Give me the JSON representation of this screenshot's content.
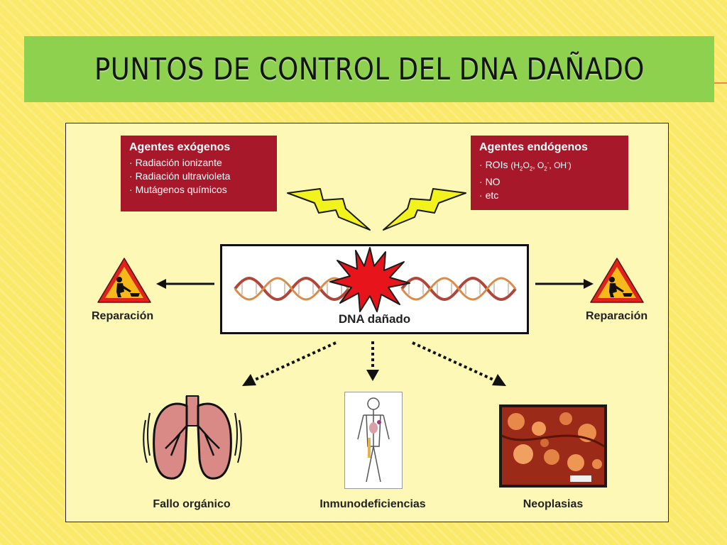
{
  "title": "PUNTOS DE CONTROL DEL DNA DAÑADO",
  "exogenous": {
    "title": "Agentes exógenos",
    "items": [
      "Radiación ionizante",
      "Radiación ultravioleta",
      "Mutágenos químicos"
    ]
  },
  "endogenous": {
    "title": "Agentes endógenos",
    "items": [
      "ROIs",
      "NO",
      "etc"
    ],
    "roi_formula": {
      "open": "(H",
      "h_sub": "2",
      "o_mid": "O",
      "o_sub": "2",
      "sep1": ", O",
      "o2_sub": "2",
      "o2_sup": "-",
      "sep2": ", OH",
      "oh_sup": "-",
      "close": ")"
    }
  },
  "center_label": "DNA dañado",
  "repair_left": "Reparación",
  "repair_right": "Reparación",
  "outcomes": [
    "Fallo orgánico",
    "Inmunodeficiencias",
    "Neoplasias"
  ],
  "colors": {
    "background": "#fbe96a",
    "title_bar": "#8ed14f",
    "figure_bg": "#fdf8b5",
    "agent_box": "#a8182b",
    "lightning": "#f2f21c",
    "damage_star": "#e8141b",
    "warning_triangle": "#e0231a",
    "warning_fill": "#f7b81a"
  },
  "icons": [
    "lightning-bolt-icon",
    "damage-burst-icon",
    "dna-helix-icon",
    "road-work-warning-icon",
    "lungs-icon",
    "human-body-icon",
    "tumor-tissue-icon"
  ]
}
